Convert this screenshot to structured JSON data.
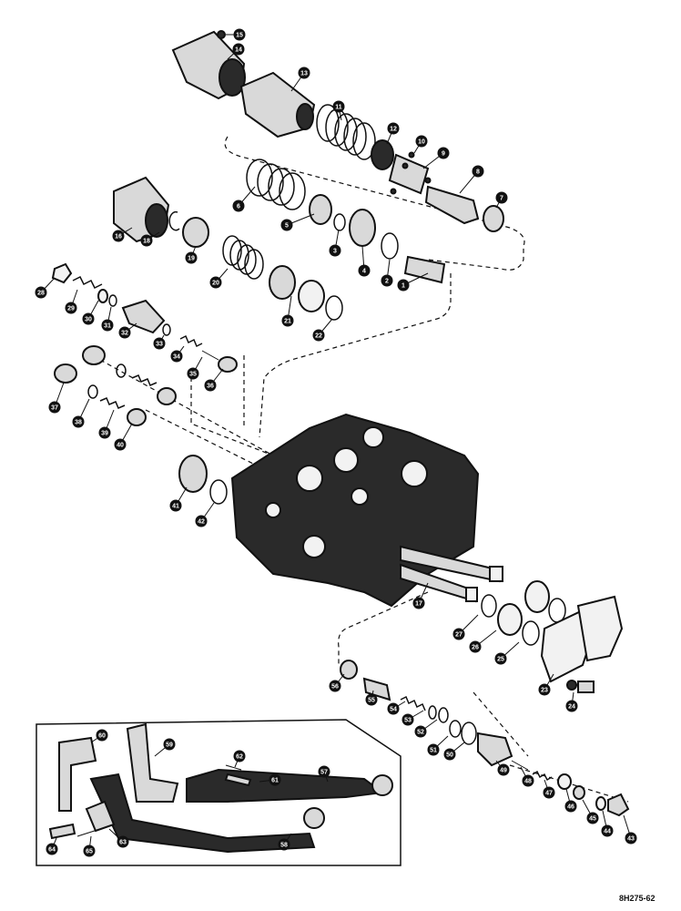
{
  "drawing_code": "8H275-62",
  "callout_labels": [
    "1",
    "2",
    "3",
    "4",
    "5",
    "6",
    "7",
    "8",
    "9",
    "10",
    "11",
    "12",
    "13",
    "14",
    "15",
    "16",
    "17",
    "18",
    "19",
    "20",
    "21",
    "22",
    "23",
    "24",
    "25",
    "26",
    "27",
    "28",
    "29",
    "30",
    "31",
    "32",
    "33",
    "34",
    "35",
    "36",
    "37",
    "38",
    "39",
    "40",
    "41",
    "42",
    "43",
    "44",
    "45",
    "46",
    "47",
    "48",
    "49",
    "50",
    "51",
    "52",
    "53",
    "54",
    "55",
    "56",
    "57",
    "58",
    "59",
    "60",
    "61",
    "62",
    "63",
    "64",
    "65"
  ],
  "colors": {
    "ink": "#111111",
    "paper": "#ffffff",
    "body_shade": "#2a2a2a"
  }
}
